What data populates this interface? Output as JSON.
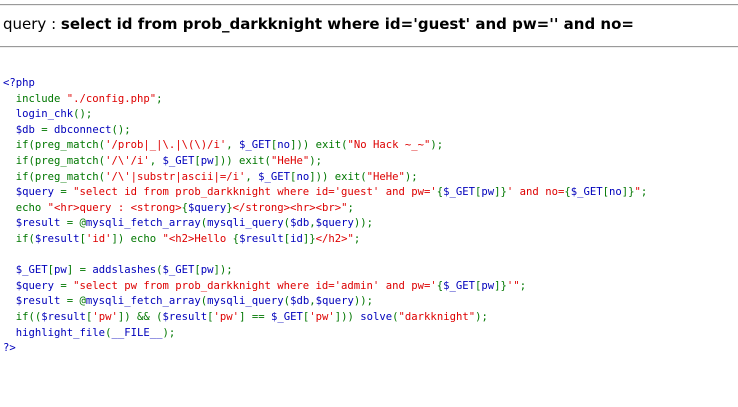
{
  "top_rule": true,
  "query": {
    "label": "query : ",
    "text": "select id from prob_darkknight where id='guest' and pw='' and no="
  },
  "source": {
    "colors": {
      "default": "#0000bb",
      "keyword": "#007700",
      "string": "#dd0000"
    },
    "lines": [
      [
        [
          "default",
          "<?php"
        ]
      ],
      [
        [
          "default",
          "  "
        ],
        [
          "keyword",
          "include "
        ],
        [
          "string",
          "\"./config.php\""
        ],
        [
          "keyword",
          ";"
        ]
      ],
      [
        [
          "default",
          "  login_chk"
        ],
        [
          "keyword",
          "();"
        ]
      ],
      [
        [
          "default",
          "  $db "
        ],
        [
          "keyword",
          "= "
        ],
        [
          "default",
          "dbconnect"
        ],
        [
          "keyword",
          "();"
        ]
      ],
      [
        [
          "default",
          "  "
        ],
        [
          "keyword",
          "if(preg_match("
        ],
        [
          "string",
          "'/prob|_|\\.|\\(\\)/i'"
        ],
        [
          "keyword",
          ", "
        ],
        [
          "default",
          "$_GET"
        ],
        [
          "keyword",
          "["
        ],
        [
          "default",
          "no"
        ],
        [
          "keyword",
          "])) exit("
        ],
        [
          "string",
          "\"No Hack ~_~\""
        ],
        [
          "keyword",
          ");"
        ]
      ],
      [
        [
          "default",
          "  "
        ],
        [
          "keyword",
          "if(preg_match("
        ],
        [
          "string",
          "'/\\'/i'"
        ],
        [
          "keyword",
          ", "
        ],
        [
          "default",
          "$_GET"
        ],
        [
          "keyword",
          "["
        ],
        [
          "default",
          "pw"
        ],
        [
          "keyword",
          "])) exit("
        ],
        [
          "string",
          "\"HeHe\""
        ],
        [
          "keyword",
          ");"
        ]
      ],
      [
        [
          "default",
          "  "
        ],
        [
          "keyword",
          "if(preg_match("
        ],
        [
          "string",
          "'/\\'|substr|ascii|=/i'"
        ],
        [
          "keyword",
          ", "
        ],
        [
          "default",
          "$_GET"
        ],
        [
          "keyword",
          "["
        ],
        [
          "default",
          "no"
        ],
        [
          "keyword",
          "])) exit("
        ],
        [
          "string",
          "\"HeHe\""
        ],
        [
          "keyword",
          ");"
        ]
      ],
      [
        [
          "default",
          "  $query "
        ],
        [
          "keyword",
          "= "
        ],
        [
          "string",
          "\"select id from prob_darkknight where id='guest' and pw='"
        ],
        [
          "keyword",
          "{"
        ],
        [
          "default",
          "$_GET"
        ],
        [
          "keyword",
          "["
        ],
        [
          "default",
          "pw"
        ],
        [
          "keyword",
          "]}"
        ],
        [
          "string",
          "' and no="
        ],
        [
          "keyword",
          "{"
        ],
        [
          "default",
          "$_GET"
        ],
        [
          "keyword",
          "["
        ],
        [
          "default",
          "no"
        ],
        [
          "keyword",
          "]}"
        ],
        [
          "string",
          "\""
        ],
        [
          "keyword",
          ";"
        ]
      ],
      [
        [
          "default",
          "  "
        ],
        [
          "keyword",
          "echo "
        ],
        [
          "string",
          "\"<hr>query : <strong>"
        ],
        [
          "keyword",
          "{"
        ],
        [
          "default",
          "$query"
        ],
        [
          "keyword",
          "}"
        ],
        [
          "string",
          "</strong><hr><br>\""
        ],
        [
          "keyword",
          ";"
        ]
      ],
      [
        [
          "default",
          "  $result "
        ],
        [
          "keyword",
          "= @"
        ],
        [
          "default",
          "mysqli_fetch_array"
        ],
        [
          "keyword",
          "("
        ],
        [
          "default",
          "mysqli_query"
        ],
        [
          "keyword",
          "("
        ],
        [
          "default",
          "$db"
        ],
        [
          "keyword",
          ","
        ],
        [
          "default",
          "$query"
        ],
        [
          "keyword",
          "));"
        ]
      ],
      [
        [
          "default",
          "  "
        ],
        [
          "keyword",
          "if("
        ],
        [
          "default",
          "$result"
        ],
        [
          "keyword",
          "["
        ],
        [
          "string",
          "'id'"
        ],
        [
          "keyword",
          "]) echo "
        ],
        [
          "string",
          "\"<h2>Hello "
        ],
        [
          "keyword",
          "{"
        ],
        [
          "default",
          "$result"
        ],
        [
          "keyword",
          "["
        ],
        [
          "default",
          "id"
        ],
        [
          "keyword",
          "]}"
        ],
        [
          "string",
          "</h2>\""
        ],
        [
          "keyword",
          ";"
        ]
      ],
      [
        [
          "default",
          ""
        ]
      ],
      [
        [
          "default",
          "  $_GET"
        ],
        [
          "keyword",
          "["
        ],
        [
          "default",
          "pw"
        ],
        [
          "keyword",
          "] = "
        ],
        [
          "default",
          "addslashes"
        ],
        [
          "keyword",
          "("
        ],
        [
          "default",
          "$_GET"
        ],
        [
          "keyword",
          "["
        ],
        [
          "default",
          "pw"
        ],
        [
          "keyword",
          "]);"
        ]
      ],
      [
        [
          "default",
          "  $query "
        ],
        [
          "keyword",
          "= "
        ],
        [
          "string",
          "\"select pw from prob_darkknight where id='admin' and pw='"
        ],
        [
          "keyword",
          "{"
        ],
        [
          "default",
          "$_GET"
        ],
        [
          "keyword",
          "["
        ],
        [
          "default",
          "pw"
        ],
        [
          "keyword",
          "]}"
        ],
        [
          "string",
          "'\""
        ],
        [
          "keyword",
          ";"
        ]
      ],
      [
        [
          "default",
          "  $result "
        ],
        [
          "keyword",
          "= @"
        ],
        [
          "default",
          "mysqli_fetch_array"
        ],
        [
          "keyword",
          "("
        ],
        [
          "default",
          "mysqli_query"
        ],
        [
          "keyword",
          "("
        ],
        [
          "default",
          "$db"
        ],
        [
          "keyword",
          ","
        ],
        [
          "default",
          "$query"
        ],
        [
          "keyword",
          "));"
        ]
      ],
      [
        [
          "default",
          "  "
        ],
        [
          "keyword",
          "if(("
        ],
        [
          "default",
          "$result"
        ],
        [
          "keyword",
          "["
        ],
        [
          "string",
          "'pw'"
        ],
        [
          "keyword",
          "]) && ("
        ],
        [
          "default",
          "$result"
        ],
        [
          "keyword",
          "["
        ],
        [
          "string",
          "'pw'"
        ],
        [
          "keyword",
          "] == "
        ],
        [
          "default",
          "$_GET"
        ],
        [
          "keyword",
          "["
        ],
        [
          "string",
          "'pw'"
        ],
        [
          "keyword",
          "])) "
        ],
        [
          "default",
          "solve"
        ],
        [
          "keyword",
          "("
        ],
        [
          "string",
          "\"darkknight\""
        ],
        [
          "keyword",
          ");"
        ]
      ],
      [
        [
          "default",
          "  highlight_file"
        ],
        [
          "keyword",
          "("
        ],
        [
          "default",
          "__FILE__"
        ],
        [
          "keyword",
          ");"
        ]
      ],
      [
        [
          "default",
          "?>"
        ]
      ]
    ]
  }
}
